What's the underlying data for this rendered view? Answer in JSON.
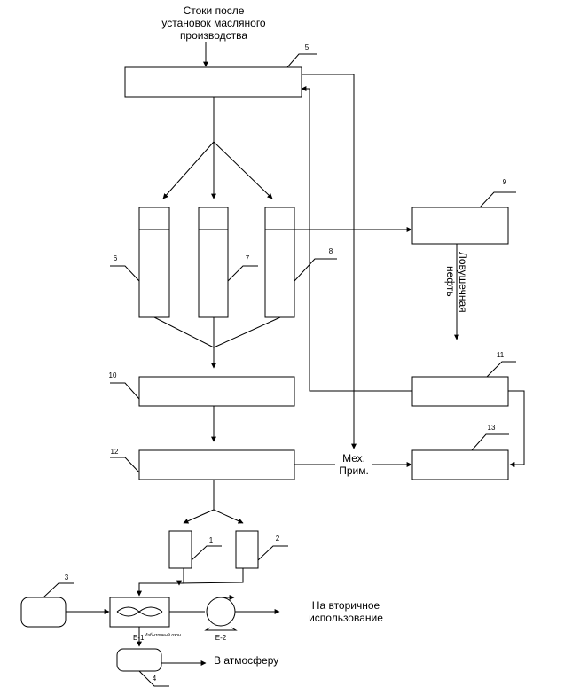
{
  "diagram": {
    "inflow_label": [
      "Стоки после",
      "установок масляного",
      "производства"
    ],
    "trapped_oil_label": [
      "Ловушечная",
      "нефть"
    ],
    "mech_label": [
      "Мех.",
      "Прим."
    ],
    "secondary_use_label": [
      "На вторичное",
      "использование"
    ],
    "atmosphere_label": "В атмосферу",
    "excess_ozone_label": "Избыточный озон",
    "e1_label": "Е-1",
    "e2_label": "Е-2",
    "callouts": {
      "n1": "1",
      "n2": "2",
      "n3": "3",
      "n4": "4",
      "n5": "5",
      "n6": "6",
      "n7": "7",
      "n8": "8",
      "n9": "9",
      "n10": "10",
      "n11": "11",
      "n12": "12",
      "n13": "13"
    }
  }
}
